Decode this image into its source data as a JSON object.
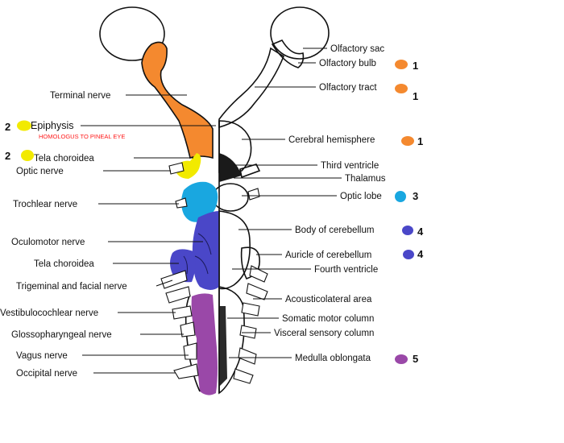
{
  "labels": {
    "left": {
      "terminal_nerve": "Terminal nerve",
      "epiphysis": "Epiphysis",
      "tela_choroidea_upper": "Tela choroidea",
      "optic_nerve": "Optic nerve",
      "trochlear_nerve": "Trochlear nerve",
      "oculomotor_nerve": "Oculomotor nerve",
      "tela_choroidea_lower": "Tela choroidea",
      "trigeminal_facial_nerve": "Trigeminal and facial nerve",
      "vestibulocochlear_nerve": "Vestibulocochlear nerve",
      "glossopharyngeal_nerve": "Glossopharyngeal nerve",
      "vagus_nerve": "Vagus nerve",
      "occipital_nerve": "Occipital nerve"
    },
    "right": {
      "olfactory_sac": "Olfactory sac",
      "olfactory_bulb": "Olfactory bulb",
      "olfactory_tract": "Olfactory tract",
      "cerebral_hemisphere": "Cerebral hemisphere",
      "third_ventricle": "Third ventricle",
      "thalamus": "Thalamus",
      "optic_lobe": "Optic lobe",
      "body_of_cerebellum": "Body of cerebellum",
      "auricle_of_cerebellum": "Auricle of cerebellum",
      "fourth_ventricle": "Fourth ventricle",
      "acousticolateral_area": "Acousticolateral area",
      "somatic_motor_column": "Somatic motor column",
      "visceral_sensory_column": "Visceral sensory column",
      "medulla_oblongata": "Medulla oblongata"
    }
  },
  "note": "HOMOLOGUS TO PINEAL EYE",
  "numbers": {
    "olfactory_bulb": "1",
    "olfactory_tract": "1",
    "cerebral_hemisphere": "1",
    "epiphysis": "2",
    "tela_choroidea": "2",
    "optic_lobe": "3",
    "body_of_cerebellum": "4",
    "auricle_of_cerebellum": "4",
    "medulla_oblongata": "5"
  },
  "colors": {
    "forebrain": "#f4892f",
    "epiphysis": "#f2ea00",
    "optic_lobe": "#19a7e0",
    "cerebellum": "#4a47c8",
    "medulla": "#9a48a8",
    "note_text": "#ff1a1a"
  }
}
